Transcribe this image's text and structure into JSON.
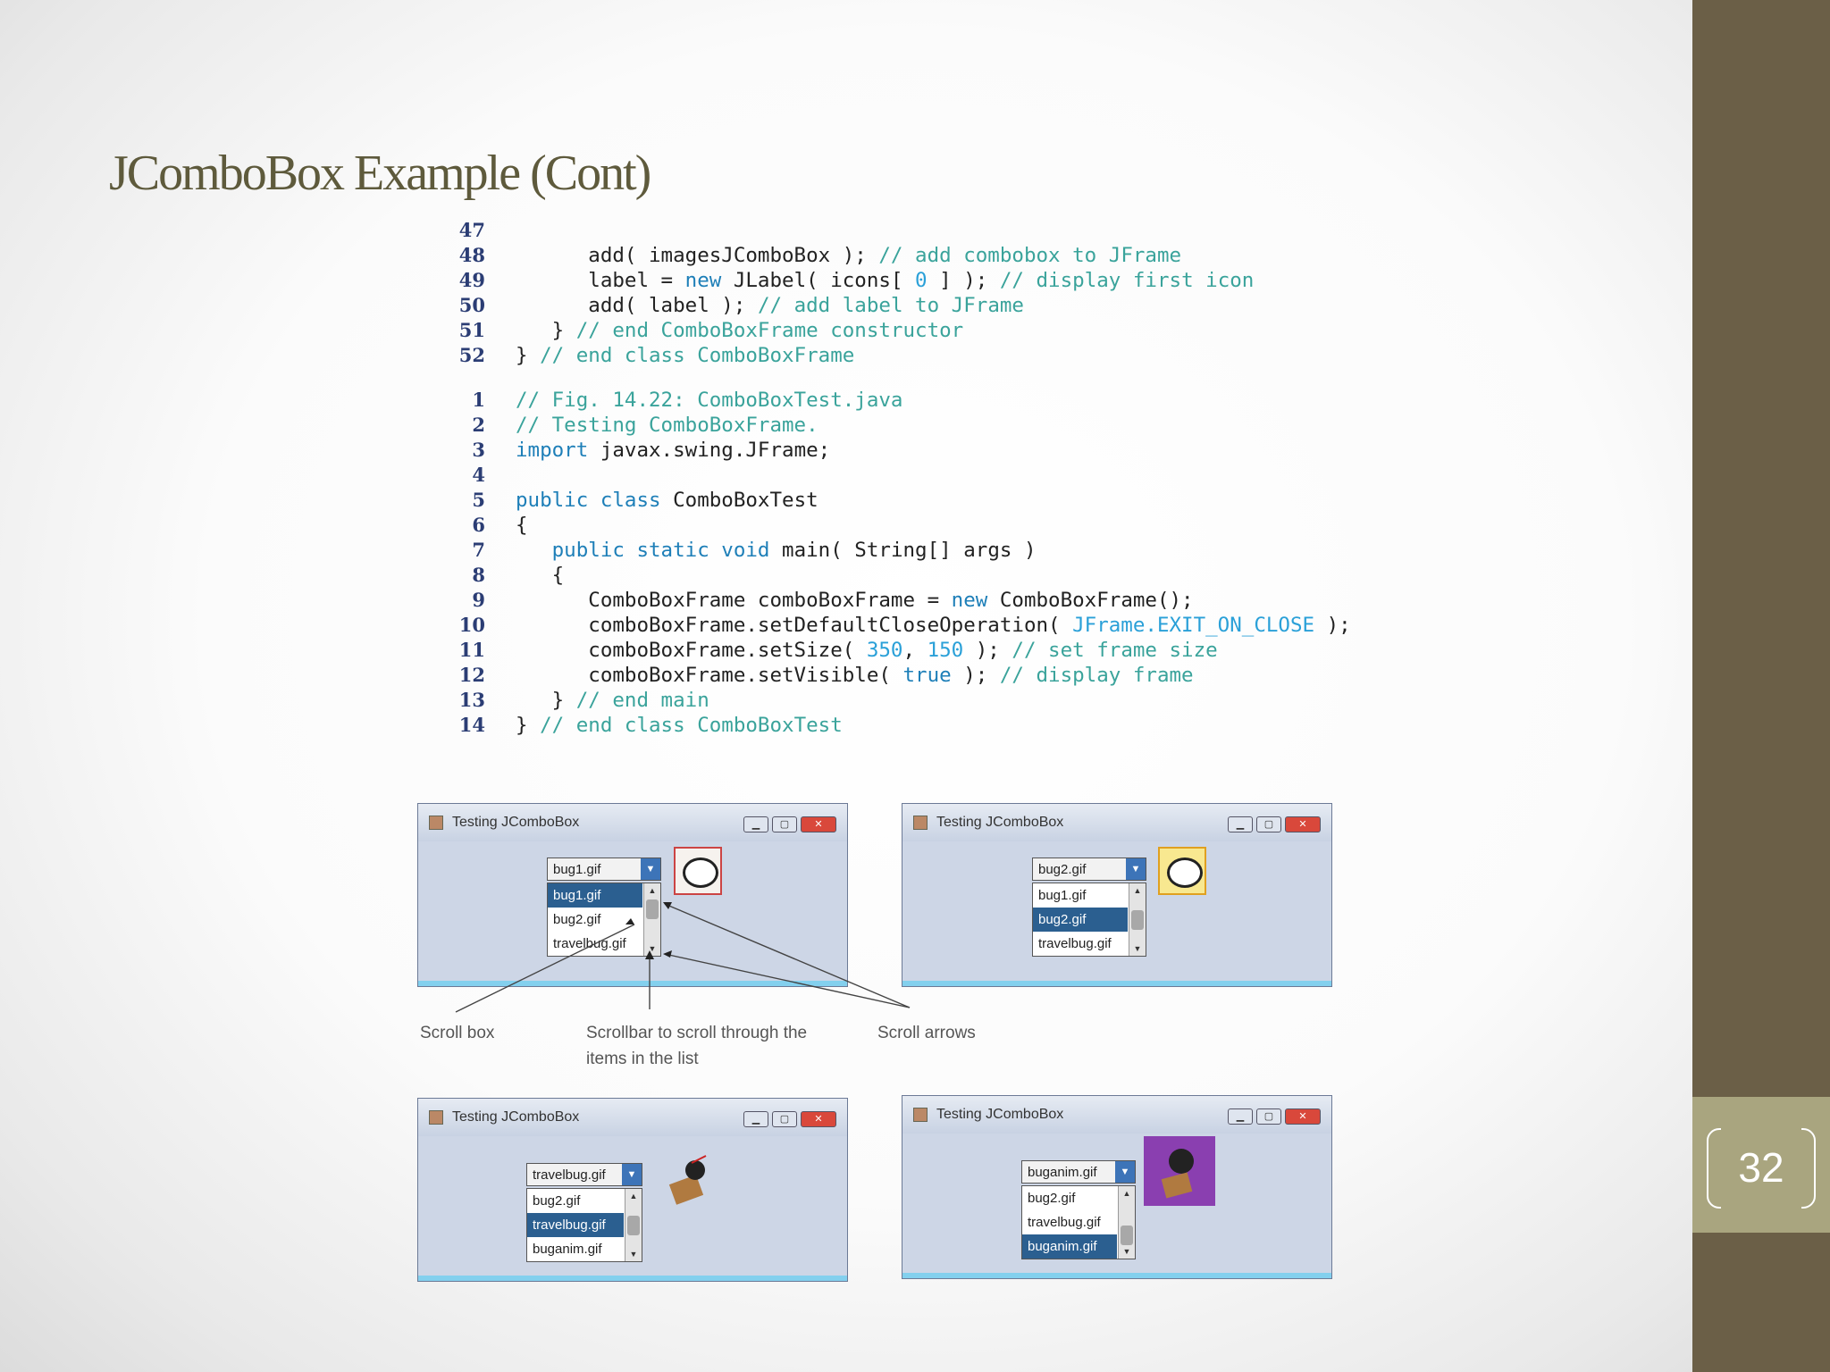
{
  "slide": {
    "title": "JComboBox Example (Cont)",
    "page_number": "32"
  },
  "code_block_1": [
    {
      "ln": "47",
      "segs": []
    },
    {
      "ln": "48",
      "segs": [
        [
          "t",
          "      add( imagesJComboBox ); "
        ],
        [
          "c",
          "// add combobox to JFrame"
        ]
      ]
    },
    {
      "ln": "49",
      "segs": [
        [
          "t",
          "      label = "
        ],
        [
          "k",
          "new"
        ],
        [
          "t",
          " JLabel( icons[ "
        ],
        [
          "l",
          "0"
        ],
        [
          "t",
          " ] ); "
        ],
        [
          "c",
          "// display first icon"
        ]
      ]
    },
    {
      "ln": "50",
      "segs": [
        [
          "t",
          "      add( label ); "
        ],
        [
          "c",
          "// add label to JFrame"
        ]
      ]
    },
    {
      "ln": "51",
      "segs": [
        [
          "t",
          "   } "
        ],
        [
          "c",
          "// end ComboBoxFrame constructor"
        ]
      ]
    },
    {
      "ln": "52",
      "segs": [
        [
          "t",
          "} "
        ],
        [
          "c",
          "// end class ComboBoxFrame"
        ]
      ]
    }
  ],
  "code_block_2": [
    {
      "ln": "1",
      "segs": [
        [
          "c",
          "// Fig. 14.22: ComboBoxTest.java"
        ]
      ]
    },
    {
      "ln": "2",
      "segs": [
        [
          "c",
          "// Testing ComboBoxFrame."
        ]
      ]
    },
    {
      "ln": "3",
      "segs": [
        [
          "k",
          "import"
        ],
        [
          "t",
          " javax.swing.JFrame;"
        ]
      ]
    },
    {
      "ln": "4",
      "segs": []
    },
    {
      "ln": "5",
      "segs": [
        [
          "k",
          "public class"
        ],
        [
          "t",
          " ComboBoxTest"
        ]
      ]
    },
    {
      "ln": "6",
      "segs": [
        [
          "t",
          "{"
        ]
      ]
    },
    {
      "ln": "7",
      "segs": [
        [
          "t",
          "   "
        ],
        [
          "k",
          "public static void"
        ],
        [
          "t",
          " main( String[] args )"
        ]
      ]
    },
    {
      "ln": "8",
      "segs": [
        [
          "t",
          "   {"
        ]
      ]
    },
    {
      "ln": "9",
      "segs": [
        [
          "t",
          "      ComboBoxFrame comboBoxFrame = "
        ],
        [
          "k",
          "new"
        ],
        [
          "t",
          " ComboBoxFrame();"
        ]
      ]
    },
    {
      "ln": "10",
      "segs": [
        [
          "t",
          "      comboBoxFrame.setDefaultCloseOperation( "
        ],
        [
          "l",
          "JFrame.EXIT_ON_CLOSE"
        ],
        [
          "t",
          " );"
        ]
      ]
    },
    {
      "ln": "11",
      "segs": [
        [
          "t",
          "      comboBoxFrame.setSize( "
        ],
        [
          "l",
          "350"
        ],
        [
          "t",
          ", "
        ],
        [
          "l",
          "150"
        ],
        [
          "t",
          " ); "
        ],
        [
          "c",
          "// set frame size"
        ]
      ]
    },
    {
      "ln": "12",
      "segs": [
        [
          "t",
          "      comboBoxFrame.setVisible( "
        ],
        [
          "k",
          "true"
        ],
        [
          "t",
          " ); "
        ],
        [
          "c",
          "// display frame"
        ]
      ]
    },
    {
      "ln": "13",
      "segs": [
        [
          "t",
          "   } "
        ],
        [
          "c",
          "// end main"
        ]
      ]
    },
    {
      "ln": "14",
      "segs": [
        [
          "t",
          "} "
        ],
        [
          "c",
          "// end class ComboBoxTest"
        ]
      ]
    }
  ],
  "windows": [
    {
      "title": "Testing JComboBox",
      "selected": "bug1.gif",
      "items": [
        "bug1.gif",
        "bug2.gif",
        "travelbug.gif"
      ],
      "highlight": 0
    },
    {
      "title": "Testing JComboBox",
      "selected": "bug2.gif",
      "items": [
        "bug1.gif",
        "bug2.gif",
        "travelbug.gif"
      ],
      "highlight": 1
    },
    {
      "title": "Testing JComboBox",
      "selected": "travelbug.gif",
      "items": [
        "bug2.gif",
        "travelbug.gif",
        "buganim.gif"
      ],
      "highlight": 1
    },
    {
      "title": "Testing JComboBox",
      "selected": "buganim.gif",
      "items": [
        "bug2.gif",
        "travelbug.gif",
        "buganim.gif"
      ],
      "highlight": 2
    }
  ],
  "callouts": {
    "scroll_box": "Scroll box",
    "scrollbar_line1": "Scrollbar to scroll through the",
    "scrollbar_line2": "items in the list",
    "scroll_arrows": "Scroll arrows"
  },
  "colors": {
    "sidebar": "#6b5f47",
    "number_box": "#a9a57f",
    "title": "#5e5a3c",
    "keyword": "#1e7fb8",
    "comment": "#3aa39b",
    "selection": "#2b5f90"
  }
}
